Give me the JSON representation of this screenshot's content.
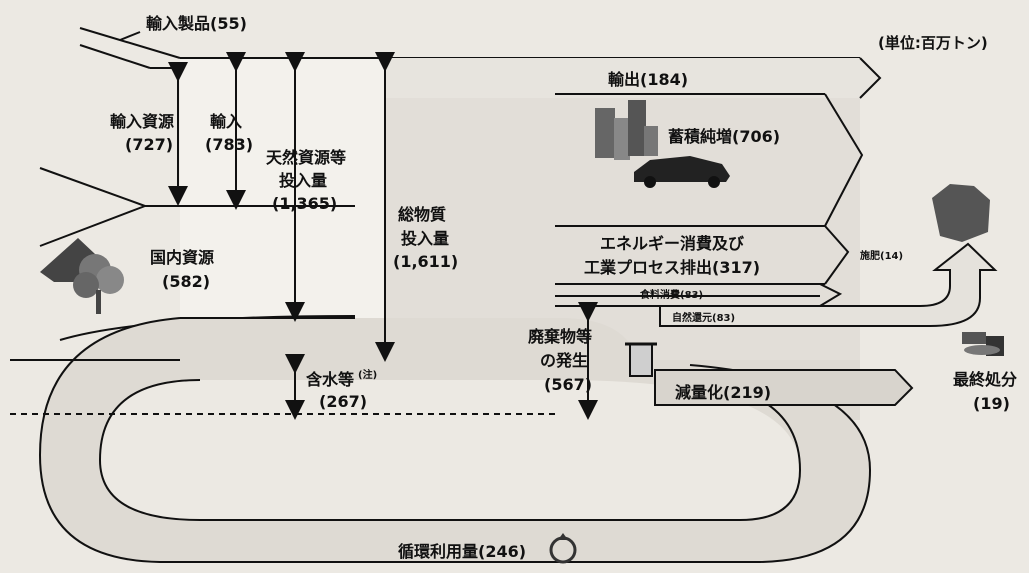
{
  "unit_label": "(単位:百万トン)",
  "labels": {
    "imported_products": "輸入製品(55)",
    "import_resources_1": "輸入資源",
    "import_resources_2": "(727)",
    "imports_1": "輸入",
    "imports_2": "(783)",
    "natural_input_1": "天然資源等",
    "natural_input_2": "投入量",
    "natural_input_3": "(1,365)",
    "total_input_1": "総物質",
    "total_input_2": "投入量",
    "total_input_3": "(1,611)",
    "domestic_1": "国内資源",
    "domestic_2": "(582)",
    "water_1": "含水等",
    "water_note": "(注)",
    "water_2": "(267)",
    "exports": "輸出(184)",
    "stock": "蓄積純増(706)",
    "energy_1": "エネルギー消費及び",
    "energy_2": "工業プロセス排出(317)",
    "fertilizer": "施肥(14)",
    "food": "食料消費(83)",
    "natural_return": "自然還元(83)",
    "waste_1": "廃棄物等",
    "waste_2": "の発生",
    "waste_3": "(567)",
    "reduction": "減量化(219)",
    "final_disposal_1": "最終処分",
    "final_disposal_2": "(19)",
    "recycling": "循環利用量(246)"
  }
}
